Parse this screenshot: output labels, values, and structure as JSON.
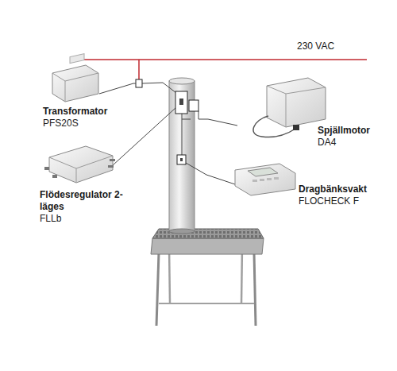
{
  "diagram": {
    "nodes": [
      {
        "text": [
          "Transformator",
          "PFS20S"
        ]
      },
      {
        "text": [
          "Spjällmotor",
          "DA4"
        ]
      },
      {
        "text": [
          "Flödesregulator 2-läges",
          "FLLb"
        ]
      },
      {
        "text": [
          "Dragbänksvakt",
          "FLOCHECK F"
        ]
      }
    ],
    "labels": [
      "230 VAC"
    ]
  }
}
